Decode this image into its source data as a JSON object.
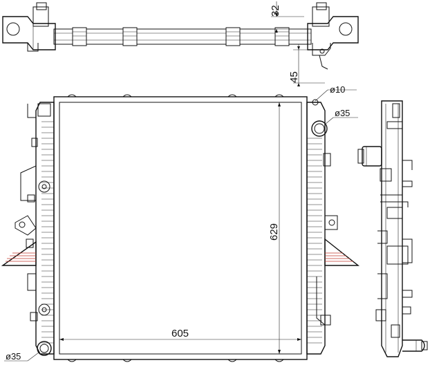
{
  "dimensions": {
    "top_height": "32",
    "top_offset": "45",
    "pipe_small": "ø10",
    "pipe_upper": "ø35",
    "core_height": "629",
    "core_width": "605",
    "pipe_lower": "ø35"
  }
}
